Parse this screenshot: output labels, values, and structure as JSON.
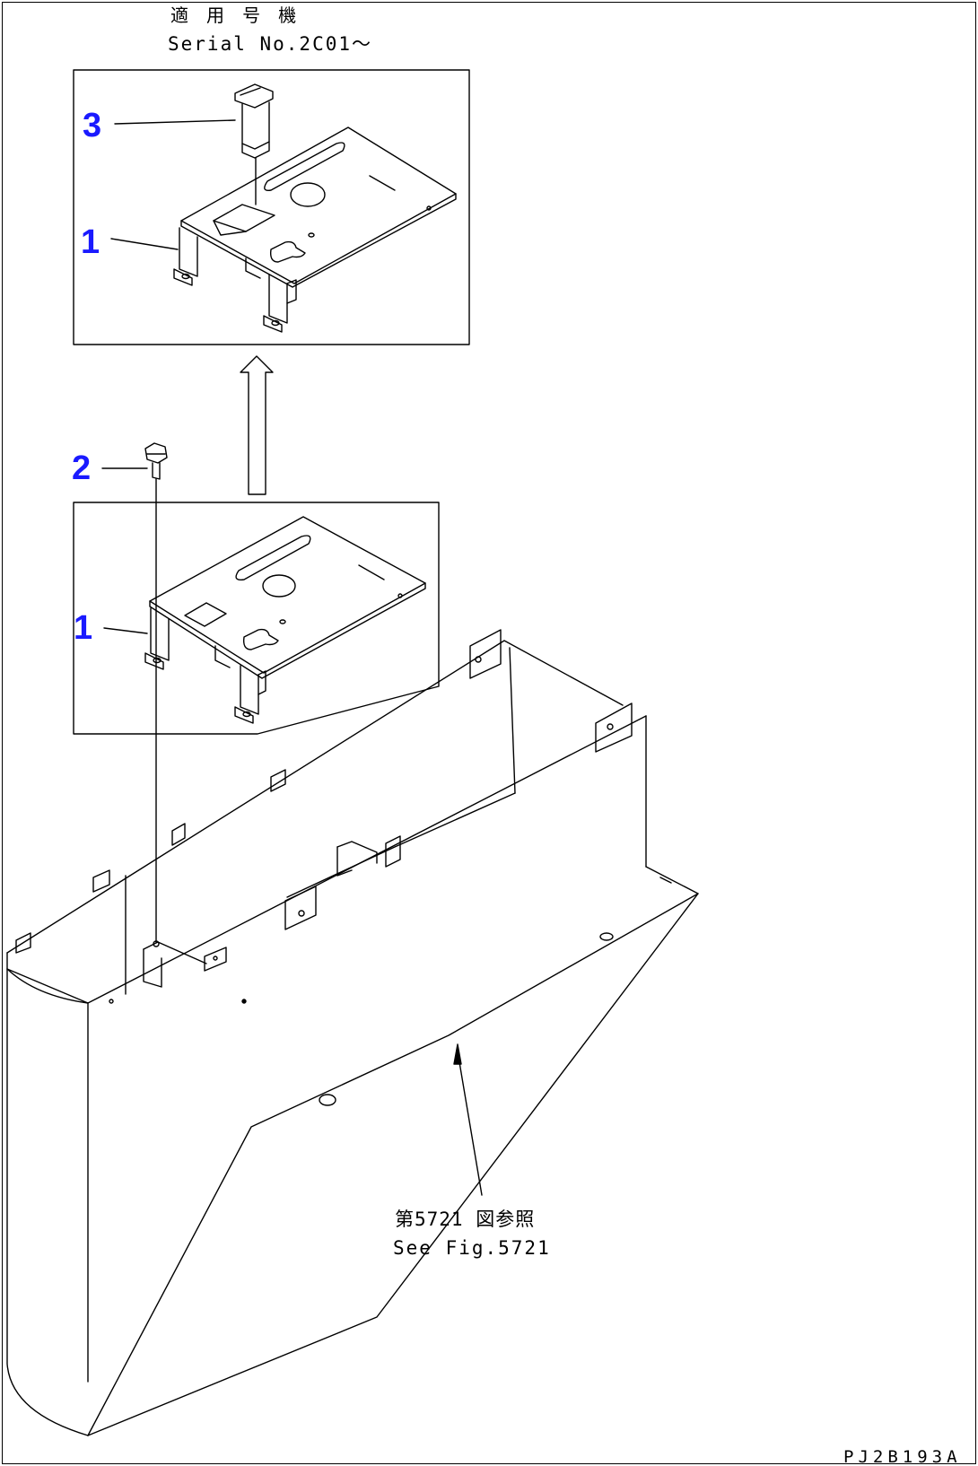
{
  "serial_note": {
    "jp": "適 用 号 機",
    "en": "Serial No.2C01～"
  },
  "callouts": [
    {
      "id": "3",
      "label": "3"
    },
    {
      "id": "1a",
      "label": "1"
    },
    {
      "id": "2",
      "label": "2"
    },
    {
      "id": "1b",
      "label": "1"
    }
  ],
  "reference_note": {
    "jp": "第5721 図参照",
    "en": "See Fig.5721"
  },
  "drawing_code": "PJ2B193A",
  "colors": {
    "line": "#000000",
    "callout": "#1a1aff",
    "background": "#ffffff"
  }
}
